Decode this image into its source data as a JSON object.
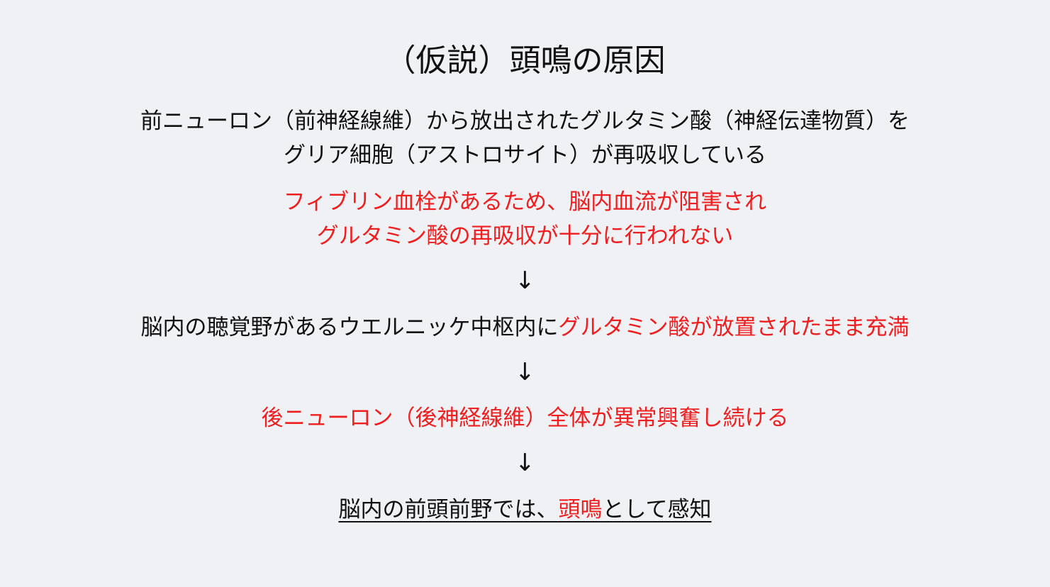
{
  "title": "（仮説）頭鳴の原因",
  "intro": {
    "line1": "前ニューロン（前神経線維）から放出されたグルタミン酸（神経伝達物質）を",
    "line2": "グリア細胞（アストロサイト）が再吸収している"
  },
  "cause": {
    "line1": "フィブリン血栓があるため、脳内血流が阻害され",
    "line2": "グルタミン酸の再吸収が十分に行われない"
  },
  "arrows": {
    "a1": "↓",
    "a2": "↓",
    "a3": "↓"
  },
  "accumulation": {
    "prefix": "脳内の聴覚野があるウエルニッケ中枢内に",
    "highlight": "グルタミン酸が放置されたまま充満"
  },
  "excitation": "後ニューロン（後神経線維）全体が異常興奮し続ける",
  "perception": {
    "prefix": "脳内の前頭前野では、",
    "highlight": "頭鳴",
    "suffix": "として感知"
  },
  "colors": {
    "background": "#eff1f5",
    "text": "#111111",
    "accent_red": "#f01e1e"
  }
}
